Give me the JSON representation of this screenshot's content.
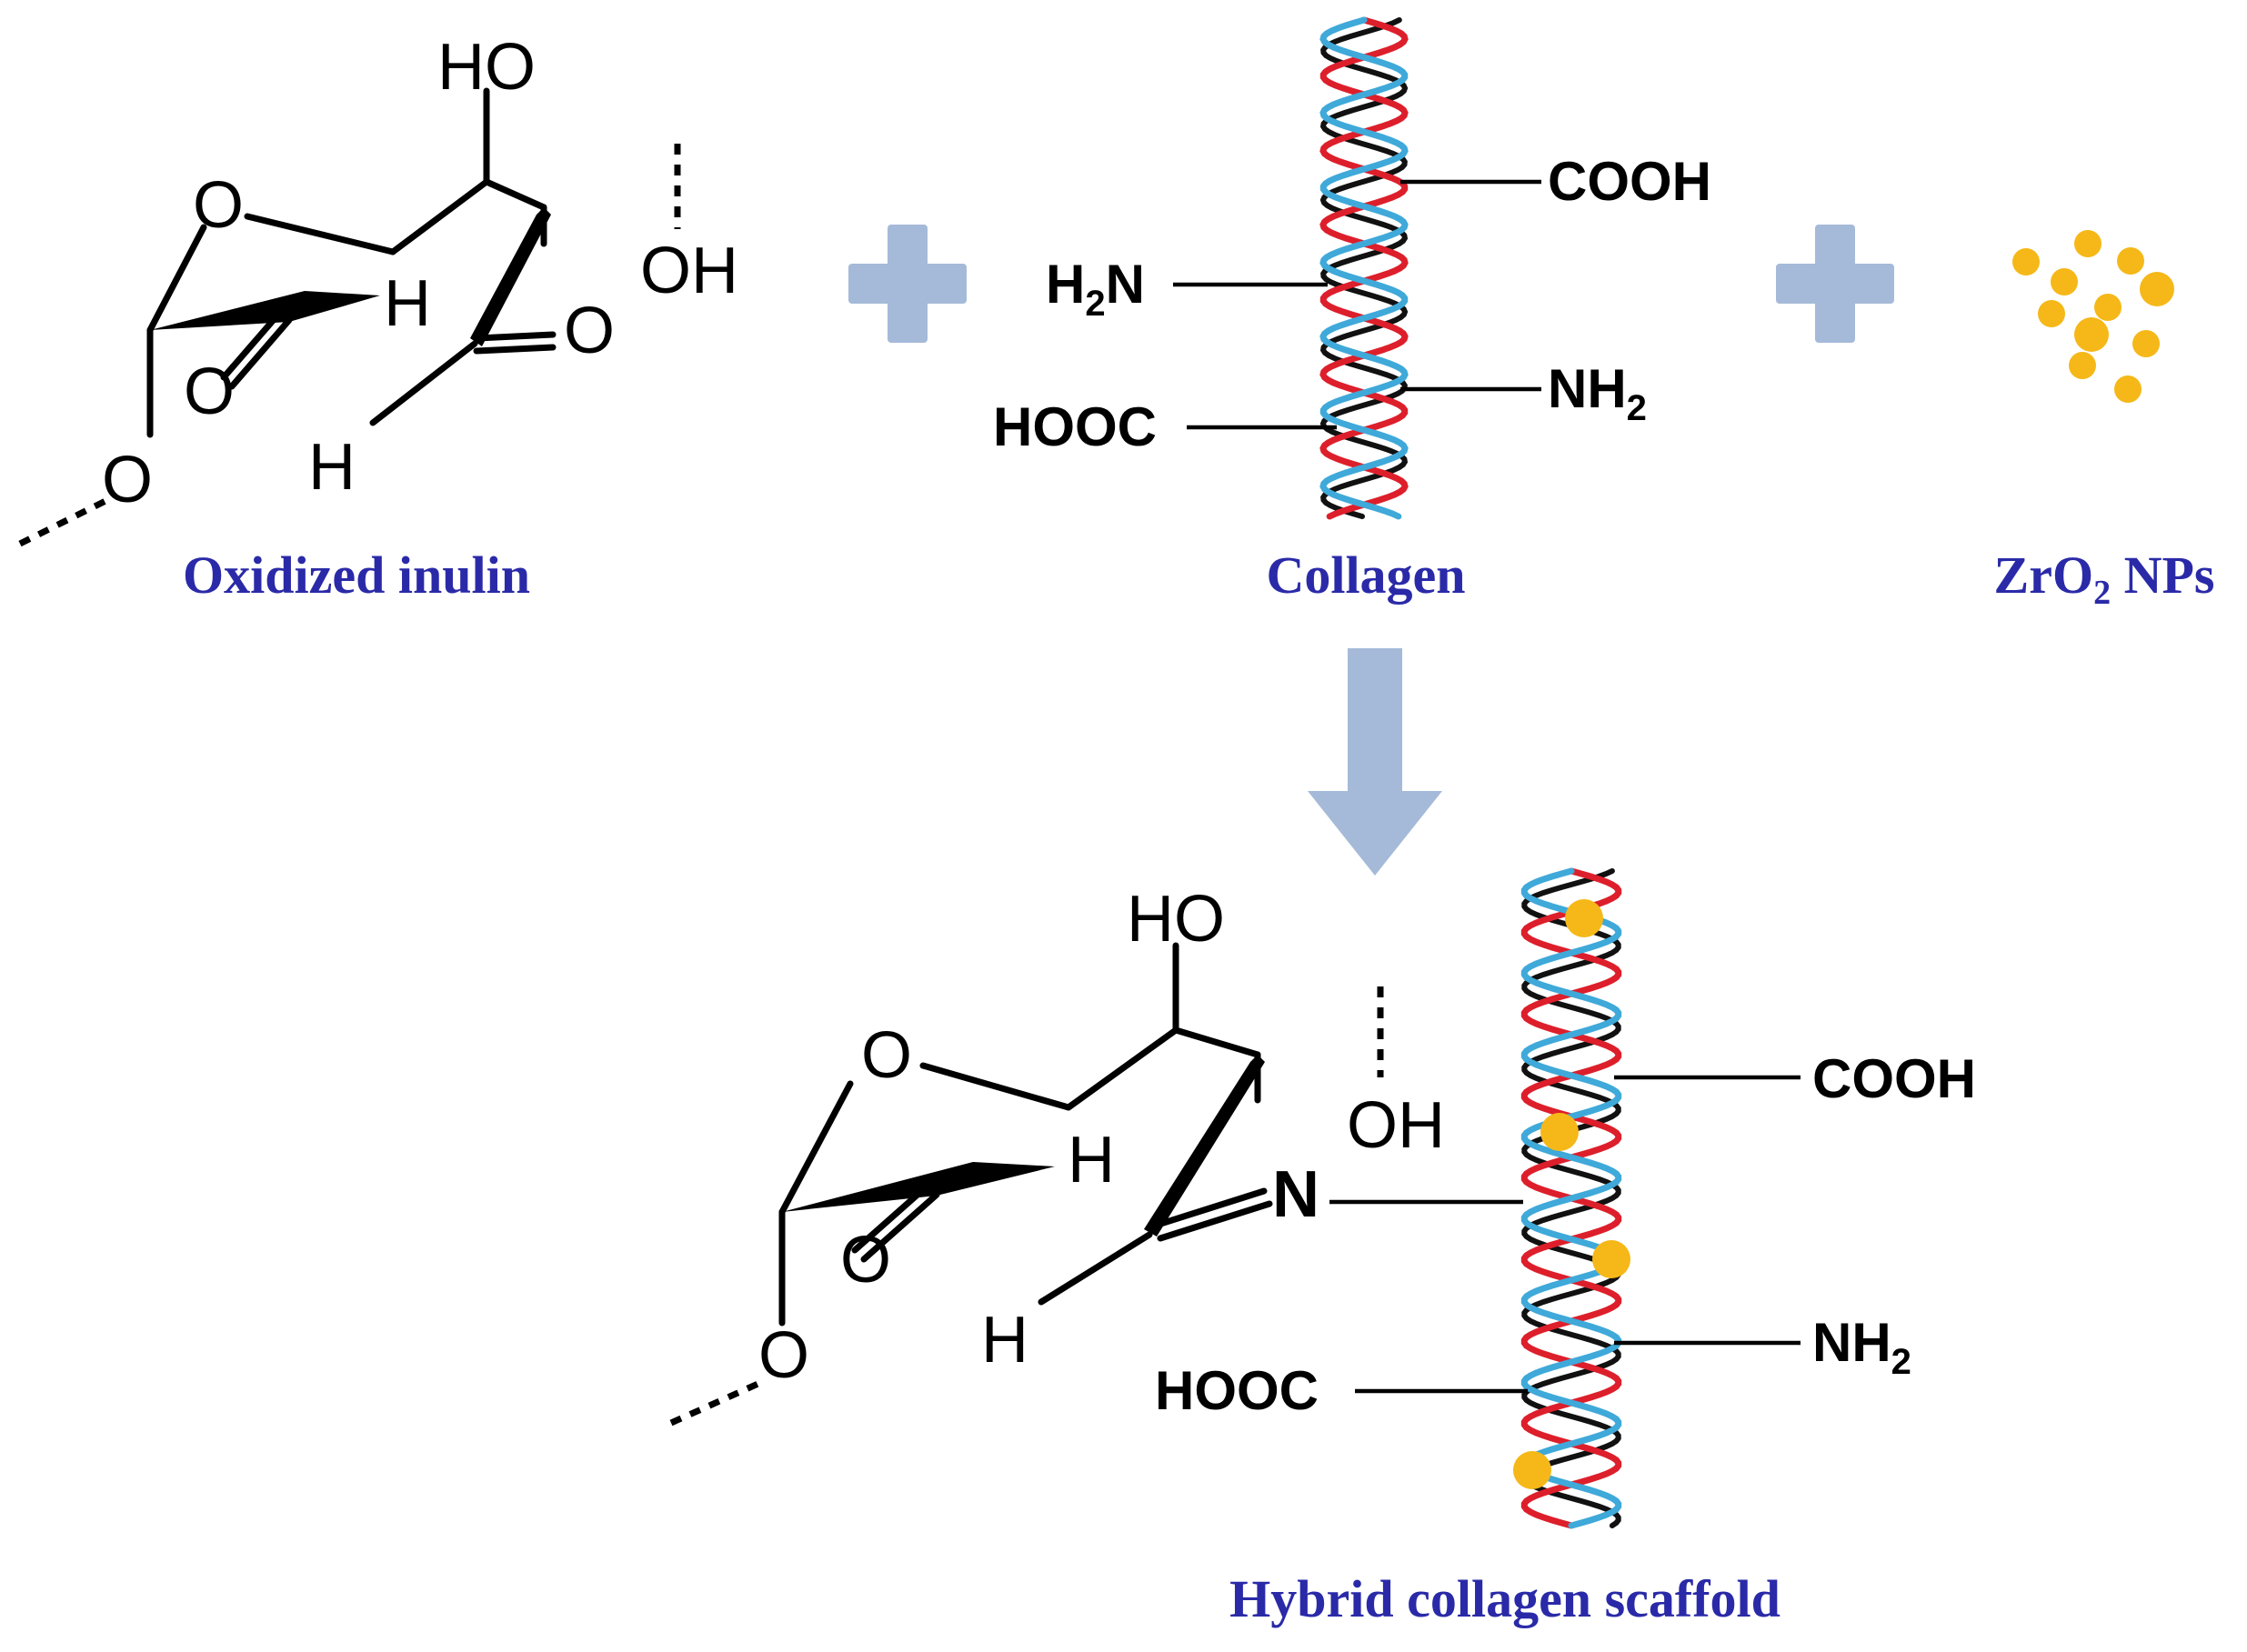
{
  "colors": {
    "caption": "#2a2aa8",
    "plus": "#a5bad8",
    "arrow": "#a5bad8",
    "helix_red": "#dd1f2b",
    "helix_blue": "#3fa9d9",
    "helix_black": "#111111",
    "nanoparticle": "#f5b818"
  },
  "icons": {
    "plus": "plus-icon",
    "arrow": "down-arrow-icon",
    "particles": "nanoparticle-icon"
  },
  "inulin": {
    "atom_o_ring": "O",
    "atom_oh_ch2": "HO",
    "atom_oh": "OH",
    "atom_h_upper": "H",
    "atom_o_ketone": "O",
    "atom_o_aldehyde": "O",
    "atom_h_lower": "H",
    "atom_o_link": "O",
    "caption": "Oxidized inulin"
  },
  "collagen": {
    "cooh_right": "COOH",
    "h2n": "H",
    "h2n_sub": "2",
    "h2n_tail": "N",
    "nh2_right": "NH",
    "nh2_sub": "2",
    "hooc_left": "HOOC",
    "caption": "Collagen"
  },
  "zro2": {
    "caption_pre": "ZrO",
    "caption_sub": "2",
    "caption_post": " NPs"
  },
  "product": {
    "atom_o_ring": "O",
    "atom_oh_ch2": "HO",
    "atom_oh": "OH",
    "atom_h_upper": "H",
    "atom_o_aldehyde": "O",
    "atom_n": "N",
    "atom_h_lower": "H",
    "atom_o_link": "O",
    "cooh_right": "COOH",
    "nh2_right": "NH",
    "nh2_sub": "2",
    "hooc_left": "HOOC",
    "caption": "Hybrid collagen scaffold"
  }
}
